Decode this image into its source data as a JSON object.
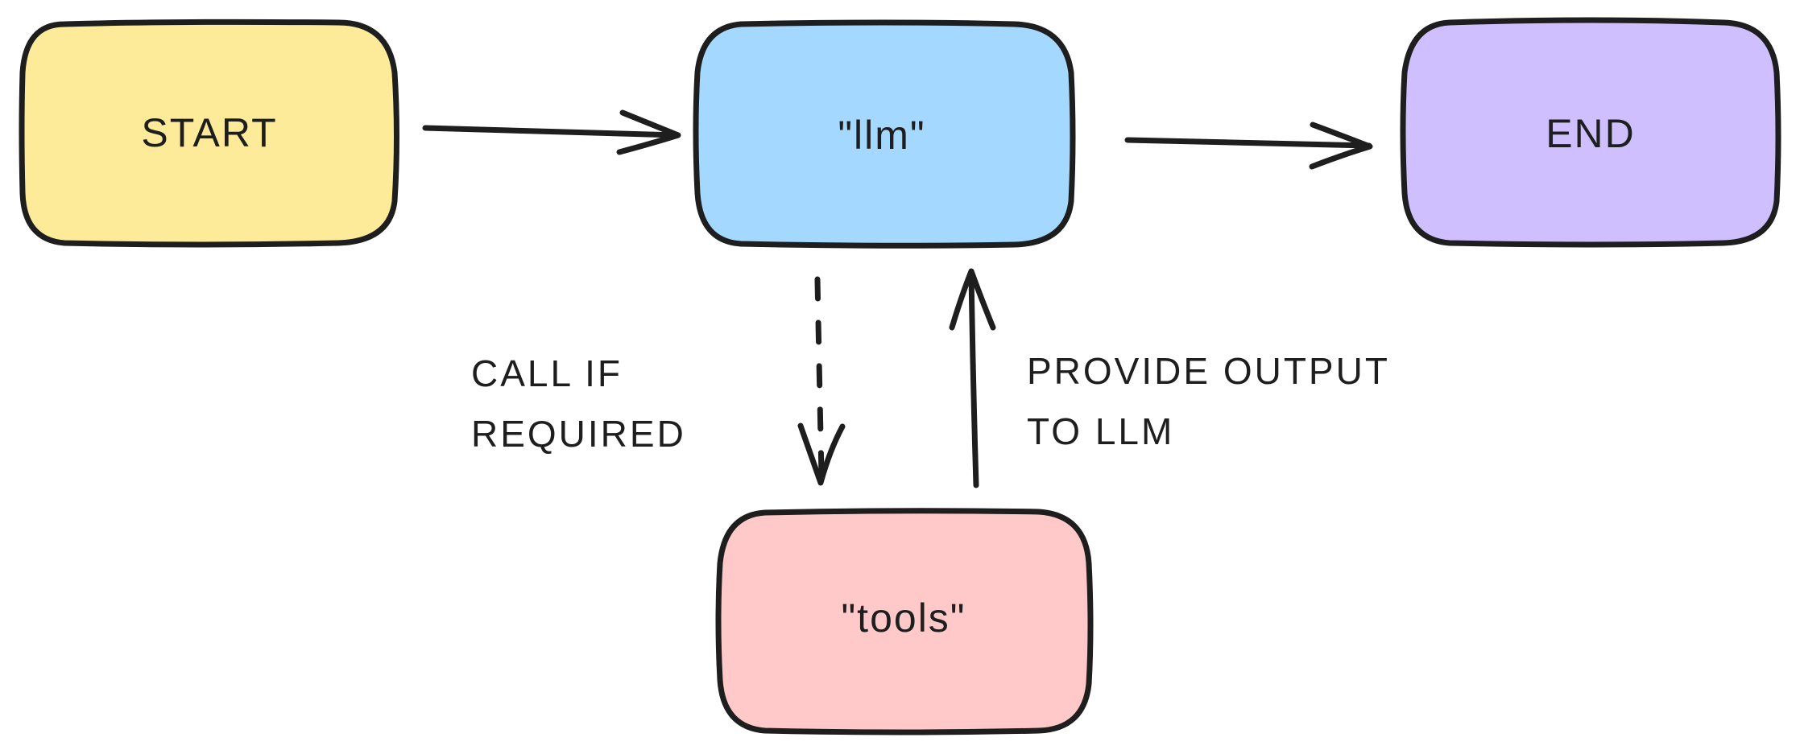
{
  "diagram": {
    "colors": {
      "stroke": "#1e1e1e",
      "background": "#ffffff"
    },
    "nodes": {
      "start": {
        "label": "START",
        "fill": "#fdeb99"
      },
      "llm": {
        "label": "\"llm\"",
        "fill": "#a5d8ff"
      },
      "end": {
        "label": "END",
        "fill": "#d0bfff"
      },
      "tools": {
        "label": "\"tools\"",
        "fill": "#ffc9c9"
      }
    },
    "edges": {
      "start_to_llm": {
        "from": "START",
        "to": "\"llm\"",
        "style": "solid"
      },
      "llm_to_end": {
        "from": "\"llm\"",
        "to": "END",
        "style": "solid"
      },
      "llm_to_tools": {
        "from": "\"llm\"",
        "to": "\"tools\"",
        "style": "dashed",
        "label_lines": [
          "CALL IF",
          "REQUIRED"
        ]
      },
      "tools_to_llm": {
        "from": "\"tools\"",
        "to": "\"llm\"",
        "style": "solid",
        "label_lines": [
          "PROVIDE OUTPUT",
          "TO LLM"
        ]
      }
    }
  }
}
